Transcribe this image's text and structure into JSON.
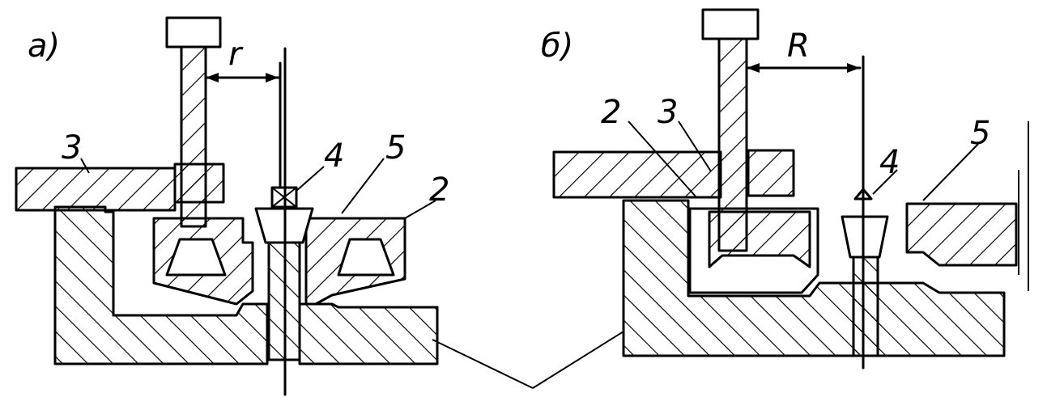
{
  "panel_a": {
    "tag": "а)",
    "dim": "r",
    "labels": {
      "p3": "3",
      "p4": "4",
      "p5": "5",
      "p2": "2"
    }
  },
  "panel_b": {
    "tag": "б)",
    "dim": "R",
    "labels": {
      "p2": "2",
      "p3": "3",
      "p4": "4",
      "p5": "5"
    }
  },
  "colors": {
    "ink": "#000000",
    "paper": "#ffffff"
  }
}
